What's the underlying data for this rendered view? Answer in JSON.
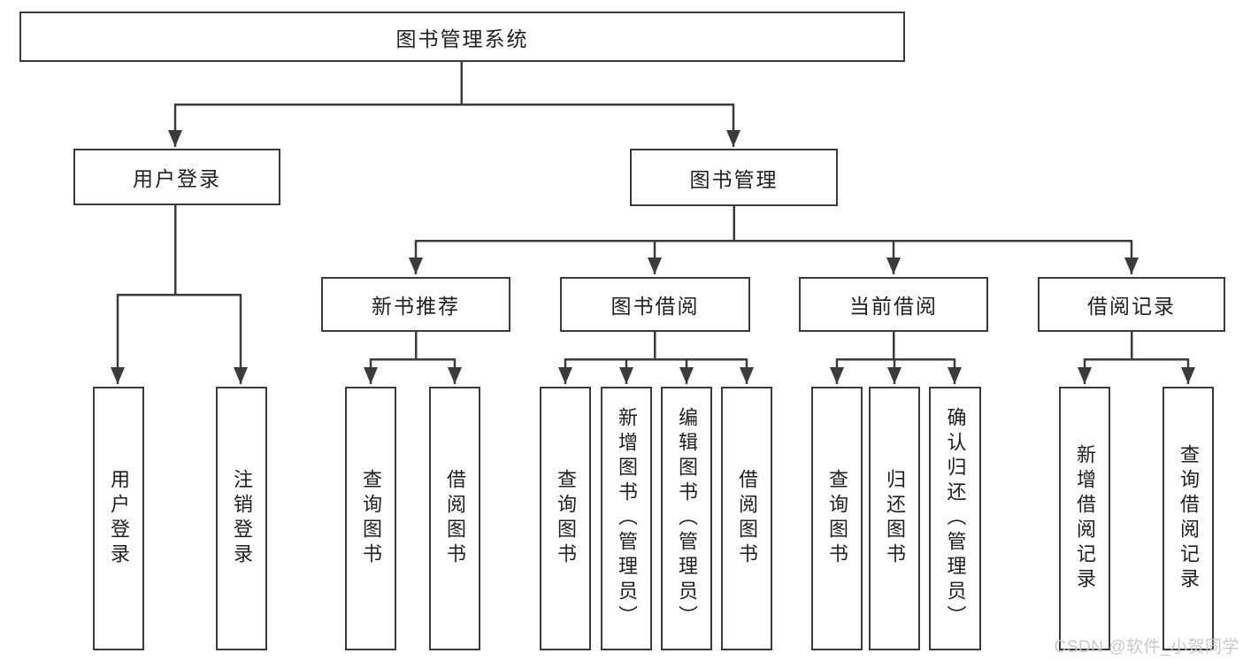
{
  "diagram": {
    "root": {
      "label": "图书管理系统"
    },
    "level1": [
      {
        "label": "用户登录",
        "children": [
          {
            "label": "用户登录"
          },
          {
            "label": "注销登录"
          }
        ]
      },
      {
        "label": "图书管理",
        "children": [
          {
            "label": "新书推荐",
            "children": [
              {
                "label": "查询图书"
              },
              {
                "label": "借阅图书"
              }
            ]
          },
          {
            "label": "图书借阅",
            "children": [
              {
                "label": "查询图书"
              },
              {
                "label": "新增图书（管理员）"
              },
              {
                "label": "编辑图书（管理员）"
              },
              {
                "label": "借阅图书"
              }
            ]
          },
          {
            "label": "当前借阅",
            "children": [
              {
                "label": "查询图书"
              },
              {
                "label": "归还图书"
              },
              {
                "label": "确认归还（管理员）"
              }
            ]
          },
          {
            "label": "借阅记录",
            "children": [
              {
                "label": "新增借阅记录"
              },
              {
                "label": "查询借阅记录"
              }
            ]
          }
        ]
      }
    ]
  },
  "watermark": {
    "text": "CSDN @软件_小贺同学"
  },
  "colors": {
    "line": "#3b3b3b",
    "text": "#1f1f1f",
    "watermark": "#c6c6c6",
    "background": "#ffffff"
  }
}
